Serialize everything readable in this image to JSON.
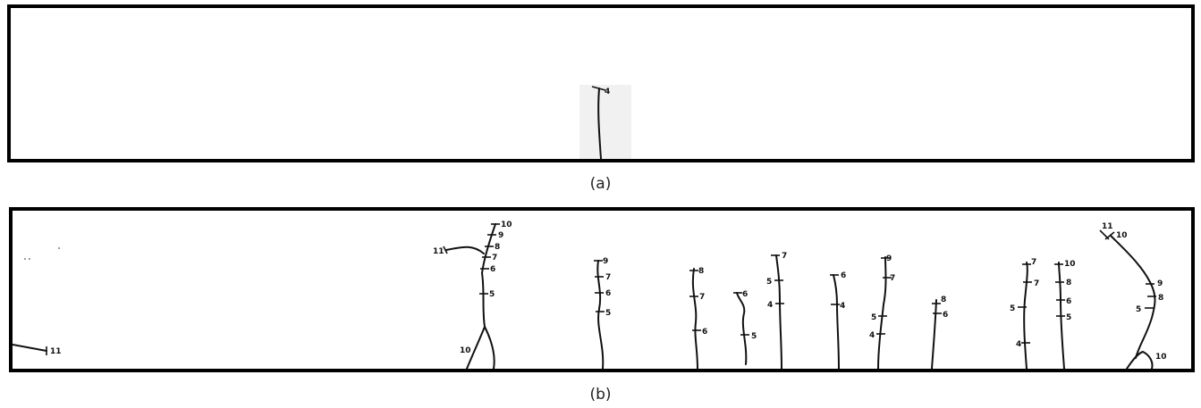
{
  "figure": {
    "panel_a": {
      "caption": "(a)",
      "node_labels": [
        "4"
      ]
    },
    "panel_b": {
      "caption": "(b)",
      "plant_1": [
        "11"
      ],
      "plant_2": [
        "11",
        "10",
        "9",
        "8",
        "7",
        "6",
        "5",
        "10"
      ],
      "plant_3": [
        "9",
        "7",
        "6",
        "5"
      ],
      "plant_4": [
        "8",
        "7",
        "6"
      ],
      "plant_5": [
        "6",
        "5"
      ],
      "plant_6": [
        "7",
        "5",
        "4"
      ],
      "plant_7": [
        "6",
        "4"
      ],
      "plant_8": [
        "9",
        "7",
        "5",
        "4"
      ],
      "plant_9": [
        "8",
        "6"
      ],
      "plant_10": [
        "7",
        "7",
        "5",
        "4"
      ],
      "plant_11": [
        "10",
        "8",
        "6",
        "5"
      ],
      "plant_12": [
        "11",
        "10",
        "9",
        "8",
        "5",
        "10"
      ]
    }
  }
}
